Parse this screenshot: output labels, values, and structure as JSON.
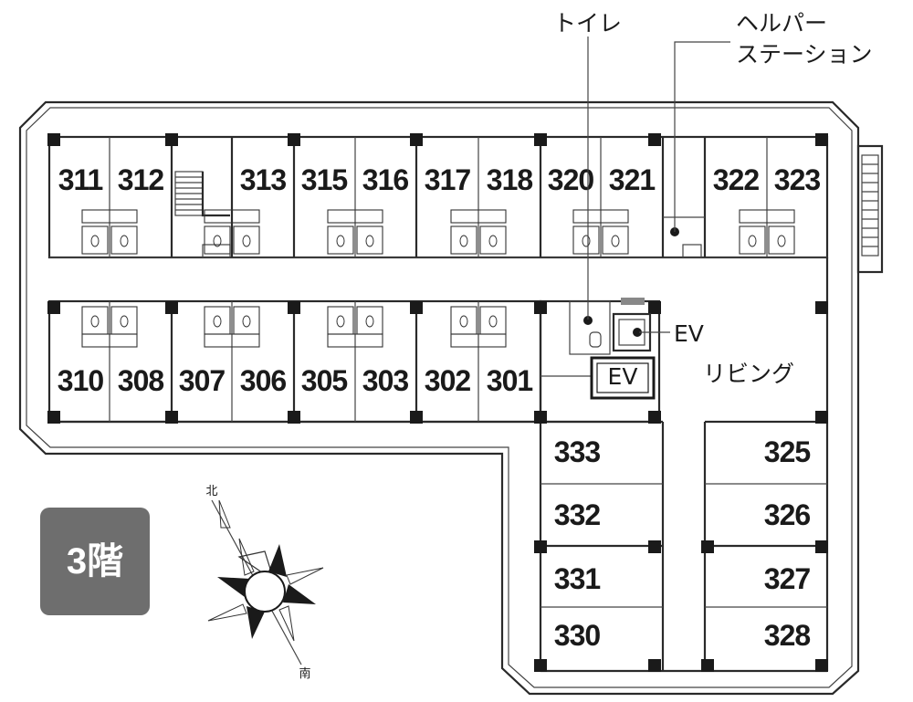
{
  "labels": {
    "toilet": "トイレ",
    "helper_station_line1": "ヘルパー",
    "helper_station_line2": "ステーション",
    "ev1": "EV",
    "ev2": "EV",
    "living": "リビング",
    "floor": "3階",
    "compass_north": "北",
    "compass_south": "南"
  },
  "rooms_top": [
    "311",
    "312",
    "313",
    "315",
    "316",
    "317",
    "318",
    "320",
    "321",
    "322",
    "323"
  ],
  "rooms_middle": [
    "310",
    "308",
    "307",
    "306",
    "305",
    "303",
    "302",
    "301"
  ],
  "rooms_wing_left": [
    "333",
    "332",
    "331",
    "330"
  ],
  "rooms_wing_right": [
    "325",
    "326",
    "327",
    "328"
  ],
  "colors": {
    "wall": "#2a2a2a",
    "badge": "#6e6e6e",
    "column": "#1a1a1a"
  }
}
